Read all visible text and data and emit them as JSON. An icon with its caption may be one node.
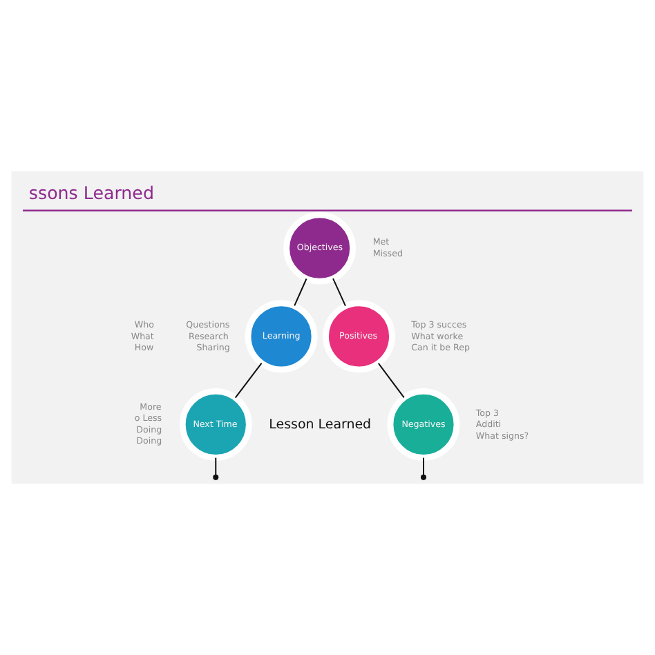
{
  "diagram": {
    "title": "ssons Learned",
    "nodes": [
      {
        "text": [
          "Objectives"
        ],
        "beside": [
          "Met",
          "Missed"
        ]
      },
      {
        "text": [
          "Learning"
        ],
        "beside": [
          "Questions",
          "Research",
          "Sharing"
        ]
      },
      {
        "text": [
          "Positives"
        ],
        "beside": [
          "Top 3 succes",
          "What worke",
          "Can it be Rep"
        ]
      },
      {
        "text": [
          "Next Time"
        ],
        "beside": [
          "More",
          "o Less",
          "Doing",
          "Doing"
        ]
      },
      {
        "text": [
          "Negatives"
        ],
        "beside": [
          "Top 3",
          "Additi",
          "What signs?"
        ]
      }
    ],
    "edges": [
      {
        "from": 0,
        "to": 1,
        "arrow": "none"
      },
      {
        "from": 0,
        "to": 2,
        "arrow": "none"
      },
      {
        "from": 1,
        "to": 3,
        "arrow": "none"
      },
      {
        "from": 2,
        "to": 4,
        "arrow": "none"
      },
      {
        "from": 3,
        "to": null,
        "arrow": "other"
      },
      {
        "from": 4,
        "to": null,
        "arrow": "other"
      }
    ],
    "labels": [
      "Who",
      "What",
      "How",
      "Lesson Learned"
    ]
  }
}
